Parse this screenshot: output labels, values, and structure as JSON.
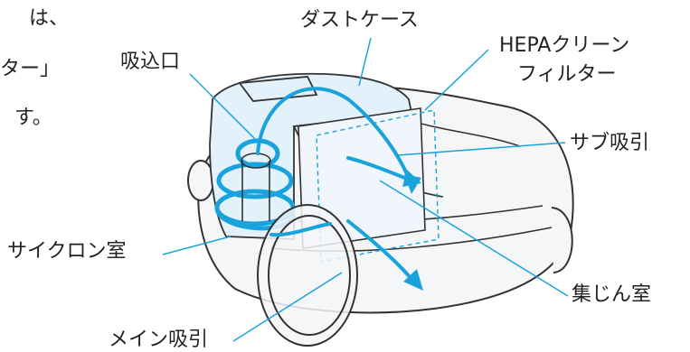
{
  "intro_fragments": [
    "は、",
    "ター」",
    "す。"
  ],
  "labels": {
    "dust_case": "ダストケース",
    "intake": "吸込口",
    "hepa_line1": "HEPAクリーン",
    "hepa_line2": "フィルター",
    "sub_suction": "サブ吸引",
    "cyclone": "サイクロン室",
    "dust_chamber": "集じん室",
    "main_suction": "メイン吸引"
  },
  "colors": {
    "accent": "#1aa3db",
    "line": "#333333",
    "body_fill": "#f4f6f8",
    "case_fill": "#e3f1fb"
  }
}
